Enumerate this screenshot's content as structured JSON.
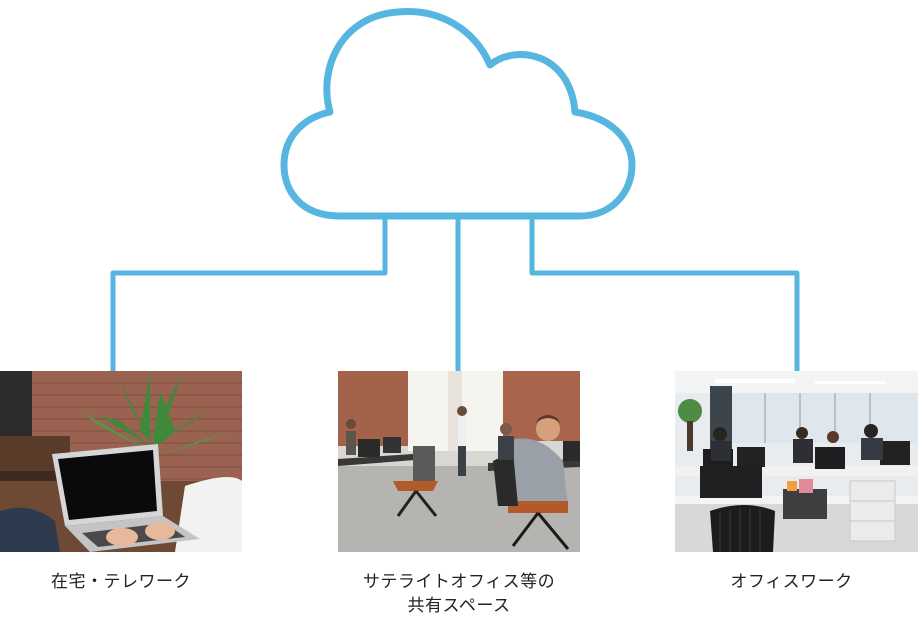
{
  "colors": {
    "accent": "#56b6e0",
    "caption_text": "#222222",
    "background": "#ffffff"
  },
  "icons": {
    "cloud": "cloud-icon"
  },
  "locations": [
    {
      "id": "home",
      "label": "在宅・テレワーク",
      "photo": "person typing on laptop at home with plant and brick wall"
    },
    {
      "id": "shared",
      "label": "サテライトオフィス等の\n共有スペース",
      "photo": "people working in shared coworking space"
    },
    {
      "id": "office",
      "label": "オフィスワーク",
      "photo": "employees at desks in open-plan office"
    }
  ]
}
